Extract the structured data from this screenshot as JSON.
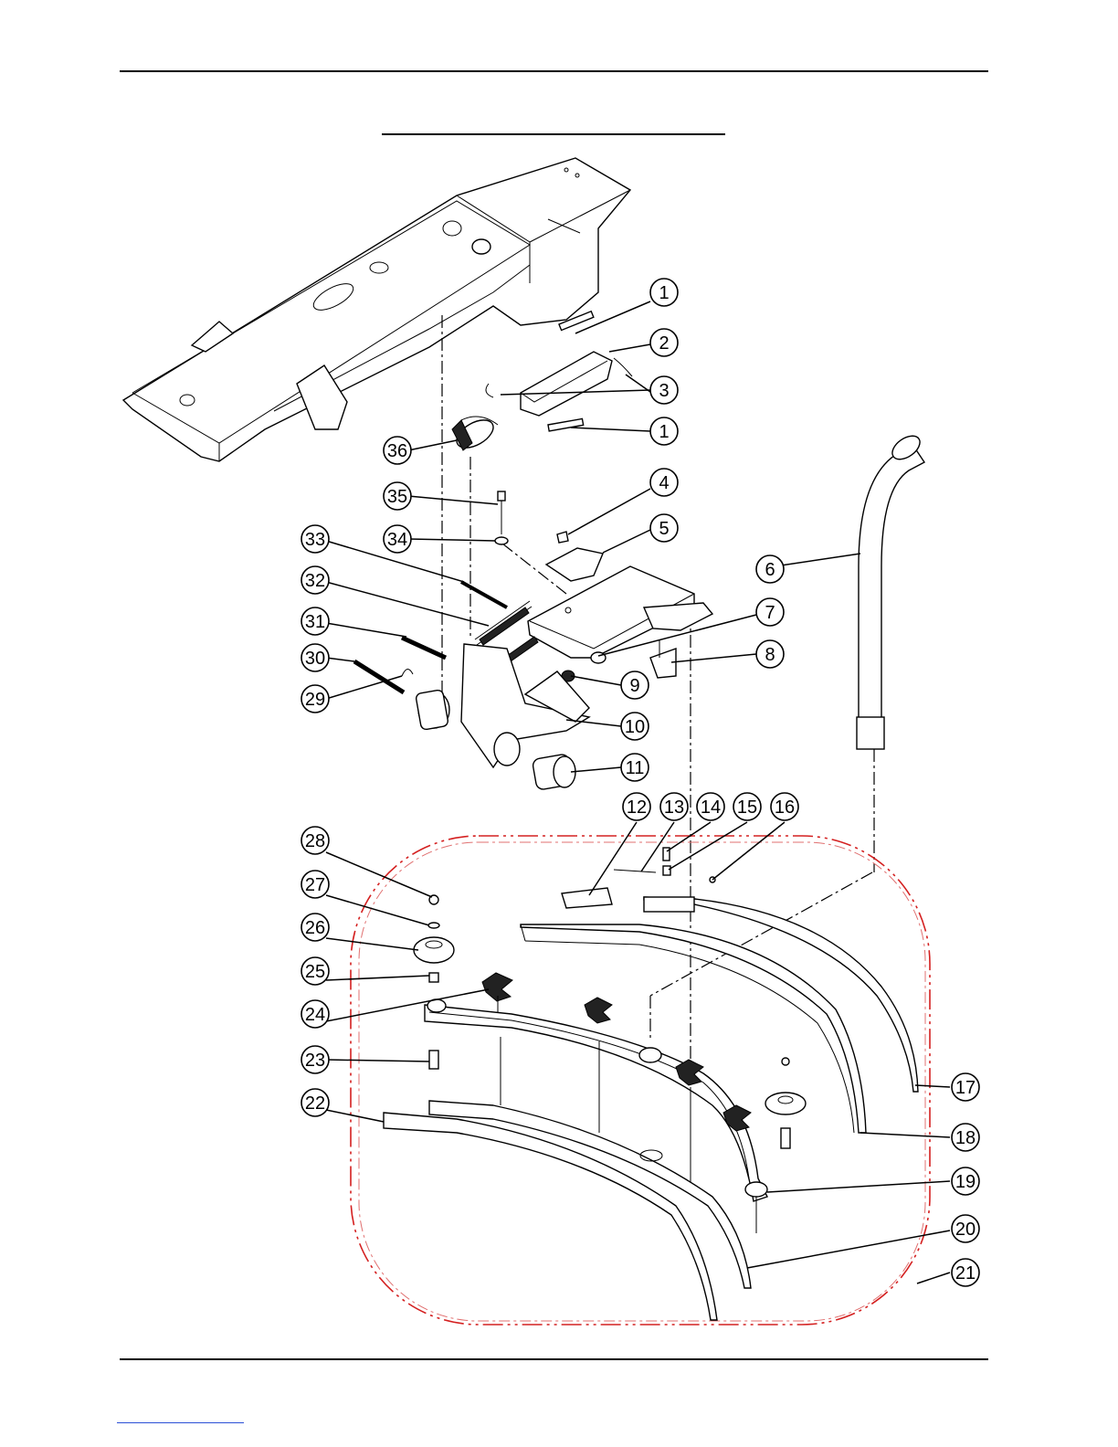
{
  "diagram": {
    "callouts": [
      {
        "label": "1"
      },
      {
        "label": "2"
      },
      {
        "label": "3"
      },
      {
        "label": "1"
      },
      {
        "label": "36"
      },
      {
        "label": "35"
      },
      {
        "label": "4"
      },
      {
        "label": "5"
      },
      {
        "label": "34"
      },
      {
        "label": "33"
      },
      {
        "label": "6"
      },
      {
        "label": "32"
      },
      {
        "label": "7"
      },
      {
        "label": "31"
      },
      {
        "label": "8"
      },
      {
        "label": "30"
      },
      {
        "label": "29"
      },
      {
        "label": "9"
      },
      {
        "label": "10"
      },
      {
        "label": "11"
      },
      {
        "label": "12"
      },
      {
        "label": "13"
      },
      {
        "label": "14"
      },
      {
        "label": "15"
      },
      {
        "label": "16"
      },
      {
        "label": "28"
      },
      {
        "label": "27"
      },
      {
        "label": "26"
      },
      {
        "label": "25"
      },
      {
        "label": "24"
      },
      {
        "label": "23"
      },
      {
        "label": "17"
      },
      {
        "label": "22"
      },
      {
        "label": "18"
      },
      {
        "label": "19"
      },
      {
        "label": "20"
      },
      {
        "label": "21"
      }
    ],
    "colors": {
      "line": "#000000",
      "group_outline": "#d42020"
    }
  }
}
